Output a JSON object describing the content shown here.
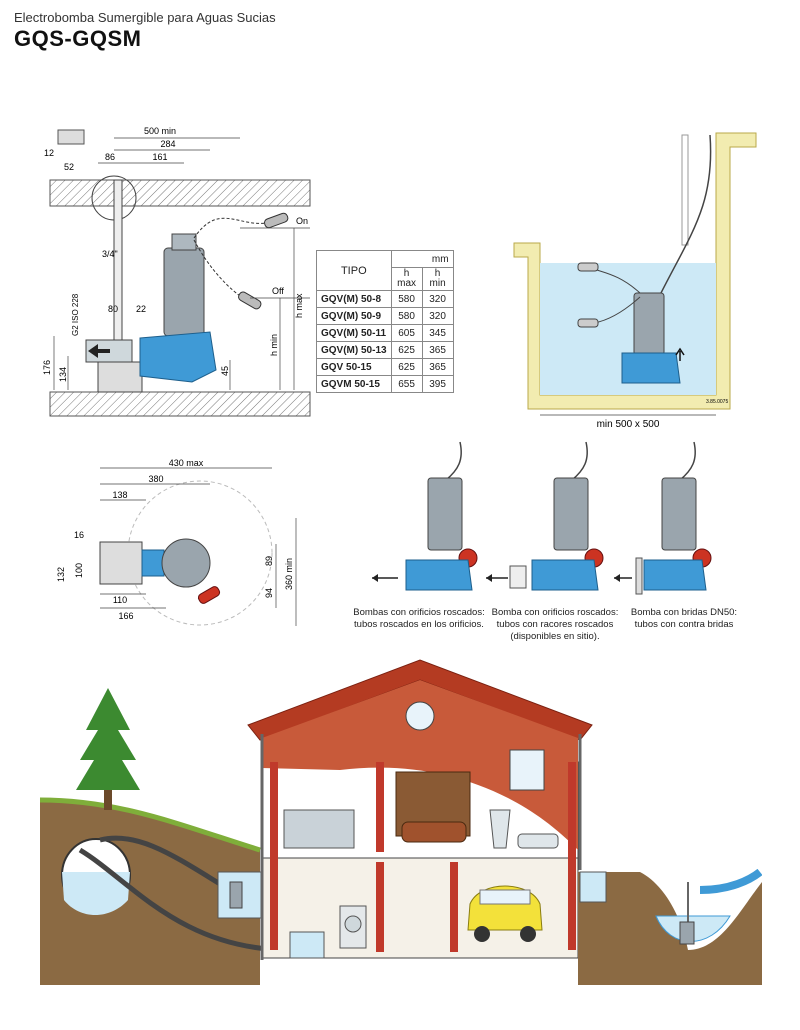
{
  "header": {
    "subtitle": "Electrobomba Sumergible para Aguas Sucias",
    "title": "GQS-GQSM"
  },
  "install_diagram": {
    "dims": {
      "w500": "500 min",
      "w284": "284",
      "w86": "86",
      "w161": "161",
      "d12": "12",
      "d52": "52",
      "d34": "3/4\"",
      "d80": "80",
      "d22": "22",
      "g2": "G2 ISO 228",
      "h176": "176",
      "h134": "134",
      "h45": "45",
      "hmin": "h min",
      "hmax": "h max",
      "on": "On",
      "off": "Off"
    }
  },
  "table": {
    "tipo": "TIPO",
    "mm": "mm",
    "hmax_h": "h",
    "hmax_s": "max",
    "hmin_h": "h",
    "hmin_s": "min",
    "rows": [
      {
        "name": "GQV(M) 50-8",
        "hmax": "580",
        "hmin": "320"
      },
      {
        "name": "GQV(M) 50-9",
        "hmax": "580",
        "hmin": "320"
      },
      {
        "name": "GQV(M) 50-11",
        "hmax": "605",
        "hmin": "345"
      },
      {
        "name": "GQV(M) 50-13",
        "hmax": "625",
        "hmin": "365"
      },
      {
        "name": "GQV 50-15",
        "hmax": "625",
        "hmin": "365"
      },
      {
        "name": "GQVM 50-15",
        "hmax": "655",
        "hmin": "395"
      }
    ]
  },
  "tank": {
    "min_size": "min 500 x 500",
    "code": "3.85.0075"
  },
  "top_view": {
    "w430": "430 max",
    "w380": "380",
    "w138": "138",
    "d16": "16",
    "d132": "132",
    "d100": "100",
    "d110": "110",
    "d166": "166",
    "d89": "89",
    "d94": "94",
    "d360": "360 min"
  },
  "connections": [
    {
      "line1": "Bombas con orificios roscados:",
      "line2": "tubos roscados en los orificios.",
      "line3": ""
    },
    {
      "line1": "Bomba con orificios roscados:",
      "line2": "tubos con racores roscados",
      "line3": "(disponibles en sitio)."
    },
    {
      "line1": "Bomba con bridas DN50:",
      "line2": "tubos con contra bridas",
      "line3": ""
    }
  ],
  "colors": {
    "pump_blue": "#3f9ad6",
    "water": "#cde9f6",
    "tank_wall": "#f2ecb0",
    "roof": "#b43b22",
    "brick": "#c0392b",
    "earth": "#8b6a43",
    "grass": "#7fae3a",
    "car": "#f3e13a",
    "float": "#cc3322"
  }
}
